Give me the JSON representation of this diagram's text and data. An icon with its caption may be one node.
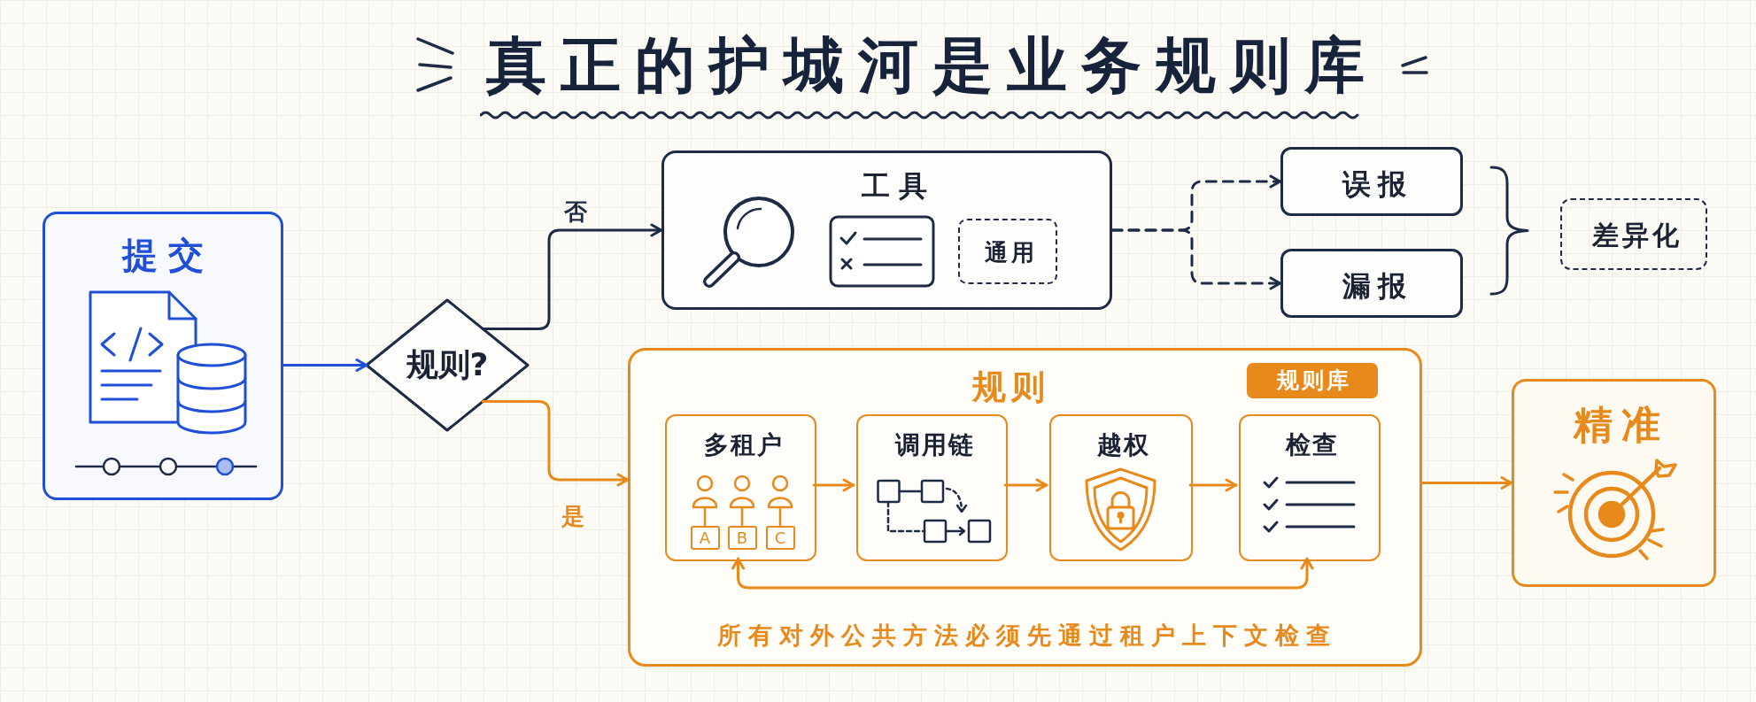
{
  "diagram": {
    "title": "真正的护城河是业务规则库",
    "nodes": [
      {
        "text": [
          "提交"
        ]
      },
      {
        "text": [
          "规则?"
        ]
      },
      {
        "text": [
          "工具"
        ]
      },
      {
        "text": [
          "通用"
        ],
        "in": 2
      },
      {
        "text": [
          "误报"
        ]
      },
      {
        "text": [
          "漏报"
        ]
      },
      {
        "text": [
          "差异化"
        ]
      },
      {
        "text": [
          "规则",
          "所有对外公共方法必须先通过租户上下文检查"
        ]
      },
      {
        "text": [
          "规则库"
        ],
        "in": 7
      },
      {
        "text": [
          "多租户",
          "A",
          "B",
          "C"
        ],
        "in": 7
      },
      {
        "text": [
          "调用链"
        ],
        "in": 7
      },
      {
        "text": [
          "越权"
        ],
        "in": 7
      },
      {
        "text": [
          "检查"
        ],
        "in": 7
      },
      {
        "text": [
          "精准"
        ]
      }
    ],
    "edges": [
      {
        "from": 0,
        "to": 1,
        "arrow": "to",
        "color": "#1f4fd6"
      },
      {
        "from": 1,
        "to": 2,
        "arrow": "to",
        "label": "否",
        "color": "#1e2b45"
      },
      {
        "from": 1,
        "to": 7,
        "arrow": "to",
        "label": "是"
      },
      {
        "from": 2,
        "to": 4,
        "arrow": "to",
        "style": "dashed",
        "color": "#1e2b45"
      },
      {
        "from": 2,
        "to": 5,
        "arrow": "to",
        "style": "dashed",
        "color": "#1e2b45"
      },
      {
        "from": 9,
        "to": 10,
        "arrow": "to"
      },
      {
        "from": 10,
        "to": 11,
        "arrow": "to"
      },
      {
        "from": 11,
        "to": 12,
        "arrow": "to"
      },
      {
        "from": 9,
        "to": 12,
        "arrow": "both"
      },
      {
        "from": 7,
        "to": 13,
        "arrow": "to"
      }
    ]
  }
}
